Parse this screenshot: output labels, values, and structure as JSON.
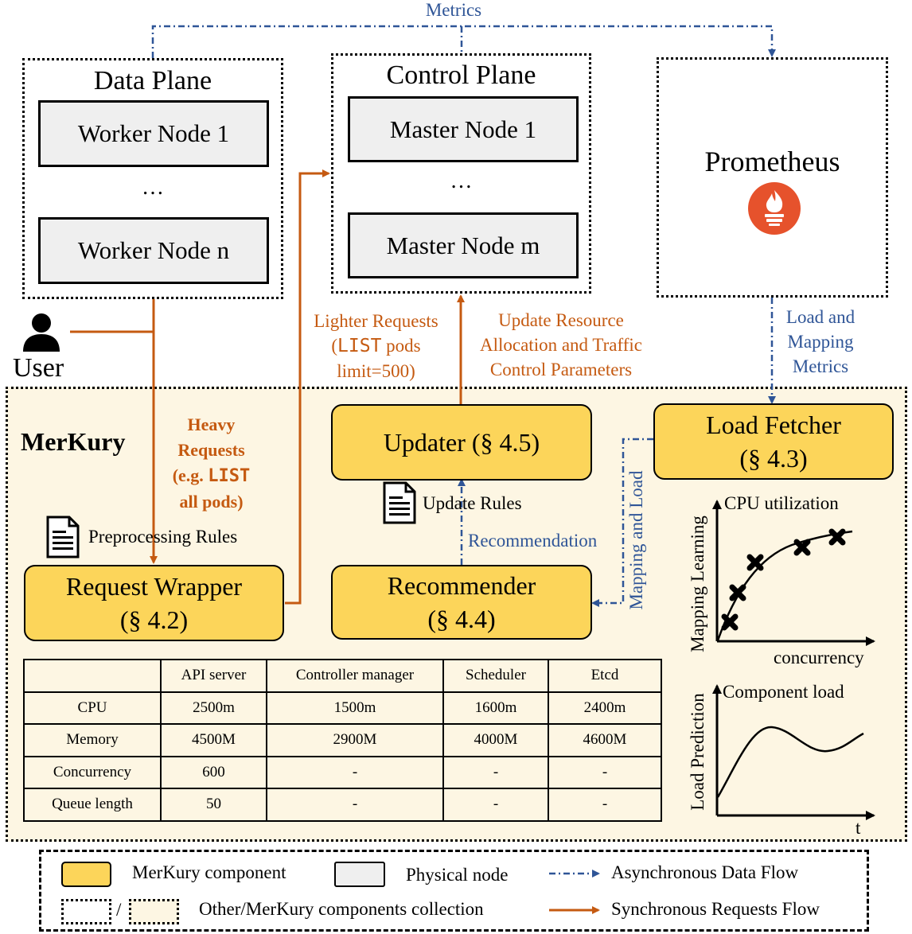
{
  "metrics_label": "Metrics",
  "data_plane": {
    "title": "Data Plane",
    "nodes": [
      "Worker Node 1",
      "Worker Node n"
    ],
    "ellipsis": "…"
  },
  "control_plane": {
    "title": "Control Plane",
    "nodes": [
      "Master Node 1",
      "Master Node m"
    ],
    "ellipsis": "…"
  },
  "prometheus": {
    "title": "Prometheus",
    "icon": "prometheus-flame-icon",
    "icon_color": "#e6522c"
  },
  "user": {
    "label": "User",
    "icon": "user-icon"
  },
  "merkury_title": "MerKury",
  "labels": {
    "heavy_requests": [
      "Heavy",
      "Requests",
      "(e.g.",
      "LIST",
      "all pods)"
    ],
    "lighter_requests": {
      "line1": "Lighter Requests",
      "list": "LIST",
      "pods": " pods",
      "line3": "limit=500)",
      "open_paren": "("
    },
    "update_resource": [
      "Update Resource",
      "Allocation and Traffic",
      "Control Parameters"
    ],
    "load_mapping_metrics": [
      "Load and",
      "Mapping",
      "Metrics"
    ],
    "mapping_and_load": "Mapping and Load",
    "recommendation": "Recommendation",
    "update_rules": "Update Rules",
    "preprocessing_rules": "Preprocessing Rules"
  },
  "components": {
    "updater": {
      "name": "Updater (§ 4.5)"
    },
    "load_fetcher": {
      "name": "Load Fetcher",
      "section": "(§ 4.3)"
    },
    "request_wrapper": {
      "name": "Request Wrapper",
      "section": "(§ 4.2)"
    },
    "recommender": {
      "name": "Recommender",
      "section": "(§ 4.4)"
    }
  },
  "table": {
    "headers": [
      "",
      "API server",
      "Controller manager",
      "Scheduler",
      "Etcd"
    ],
    "rows": [
      [
        "CPU",
        "2500m",
        "1500m",
        "1600m",
        "2400m"
      ],
      [
        "Memory",
        "4500M",
        "2900M",
        "4000M",
        "4600M"
      ],
      [
        "Concurrency",
        "600",
        "-",
        "-",
        "-"
      ],
      [
        "Queue length",
        "50",
        "-",
        "-",
        "-"
      ]
    ]
  },
  "charts": {
    "mapping": {
      "title": "CPU utilization",
      "ylabel": "Mapping Learning",
      "xlabel": "concurrency"
    },
    "prediction": {
      "title": "Component load",
      "ylabel": "Load Prediction",
      "xlabel": "t"
    }
  },
  "legend": {
    "merkury_component": "MerKury component",
    "physical_node": "Physical node",
    "async_flow": "Asynchronous Data Flow",
    "collection": "Other/MerKury components collection",
    "collection_sep": "/",
    "sync_flow": "Synchronous Requests Flow"
  },
  "colors": {
    "component_fill": "#fcd55a",
    "collection_fill": "#fdf6e3",
    "physical_fill": "#efefef",
    "sync_arrow": "#c55a11",
    "async_arrow": "#2f5597"
  }
}
